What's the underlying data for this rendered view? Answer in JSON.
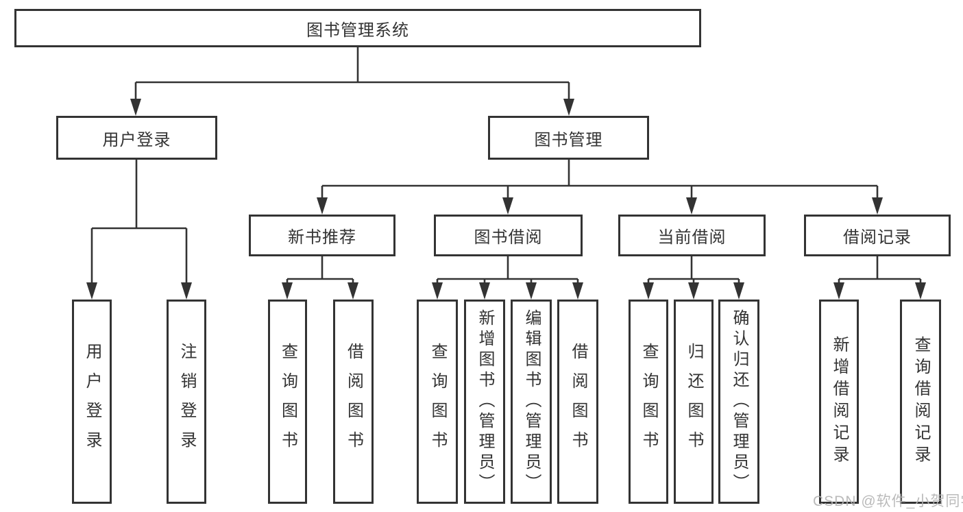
{
  "diagram": {
    "title": "图书管理系统",
    "watermark": "CSDN @软件_小贺同学",
    "colors": {
      "line": "#333333",
      "text": "#333333",
      "watermark": "#b3b3b3",
      "background": "#ffffff"
    },
    "branches": [
      {
        "label": "用户登录",
        "children": [
          "用户登录",
          "注销登录"
        ]
      },
      {
        "label": "图书管理",
        "sections": [
          {
            "label": "新书推荐",
            "children": [
              "查询图书",
              "借阅图书"
            ]
          },
          {
            "label": "图书借阅",
            "children": [
              "查询图书",
              "新增图书（管理员）",
              "编辑图书（管理员）",
              "借阅图书"
            ]
          },
          {
            "label": "当前借阅",
            "children": [
              "查询图书",
              "归还图书",
              "确认归还（管理员）"
            ]
          },
          {
            "label": "借阅记录",
            "children": [
              "新增借阅记录",
              "查询借阅记录"
            ]
          }
        ]
      }
    ]
  }
}
